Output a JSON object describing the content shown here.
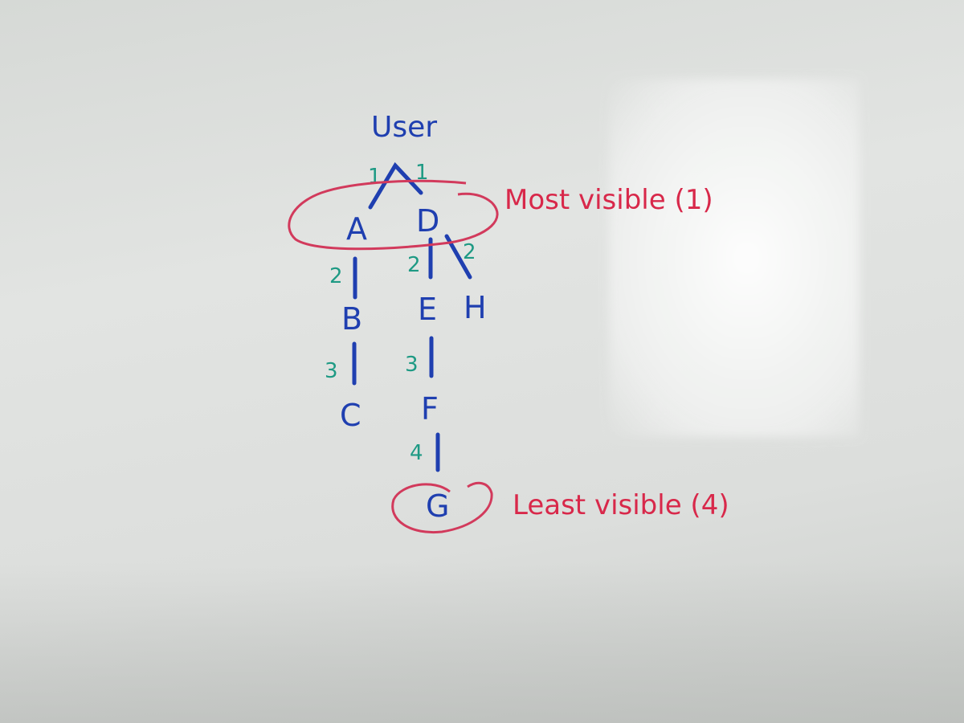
{
  "root": "User",
  "nodes": [
    "A",
    "D",
    "B",
    "E",
    "H",
    "C",
    "F",
    "G"
  ],
  "weights": {
    "user_a": "1",
    "user_d": "1",
    "a_b": "2",
    "d_e": "2",
    "d_h": "2",
    "b_c": "3",
    "e_f": "3",
    "f_g": "4"
  },
  "annotations": {
    "most_visible": "Most visible (1)",
    "least_visible": "Least visible (4)"
  },
  "colors": {
    "node_ink": "#1f3fb0",
    "weight_ink": "#1e9a84",
    "annotation_ink": "#d8284a"
  }
}
